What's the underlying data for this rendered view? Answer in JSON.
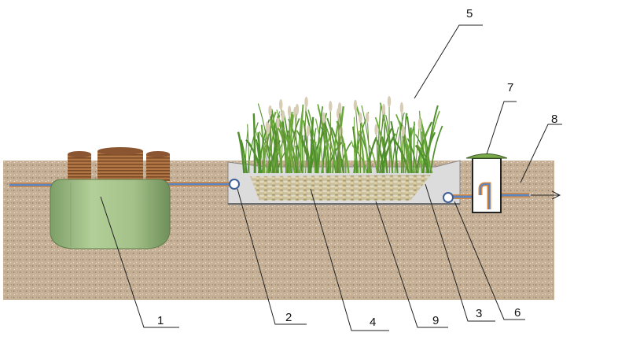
{
  "labels": [
    "1",
    "2",
    "4",
    "9",
    "3",
    "6",
    "5",
    "7",
    "8"
  ],
  "colors": {
    "soil": "#c4ad92",
    "concrete": "#d9d9d9",
    "tank": "#9fbf85",
    "riser": "#a8693a",
    "pipe": "#5d85c2",
    "pipe_outline": "#d9893b",
    "reed_green": "#4f8f2c",
    "reed_seed": "#d7ccb4",
    "gravel": "#cbbd93",
    "lid": "#78a84a"
  }
}
